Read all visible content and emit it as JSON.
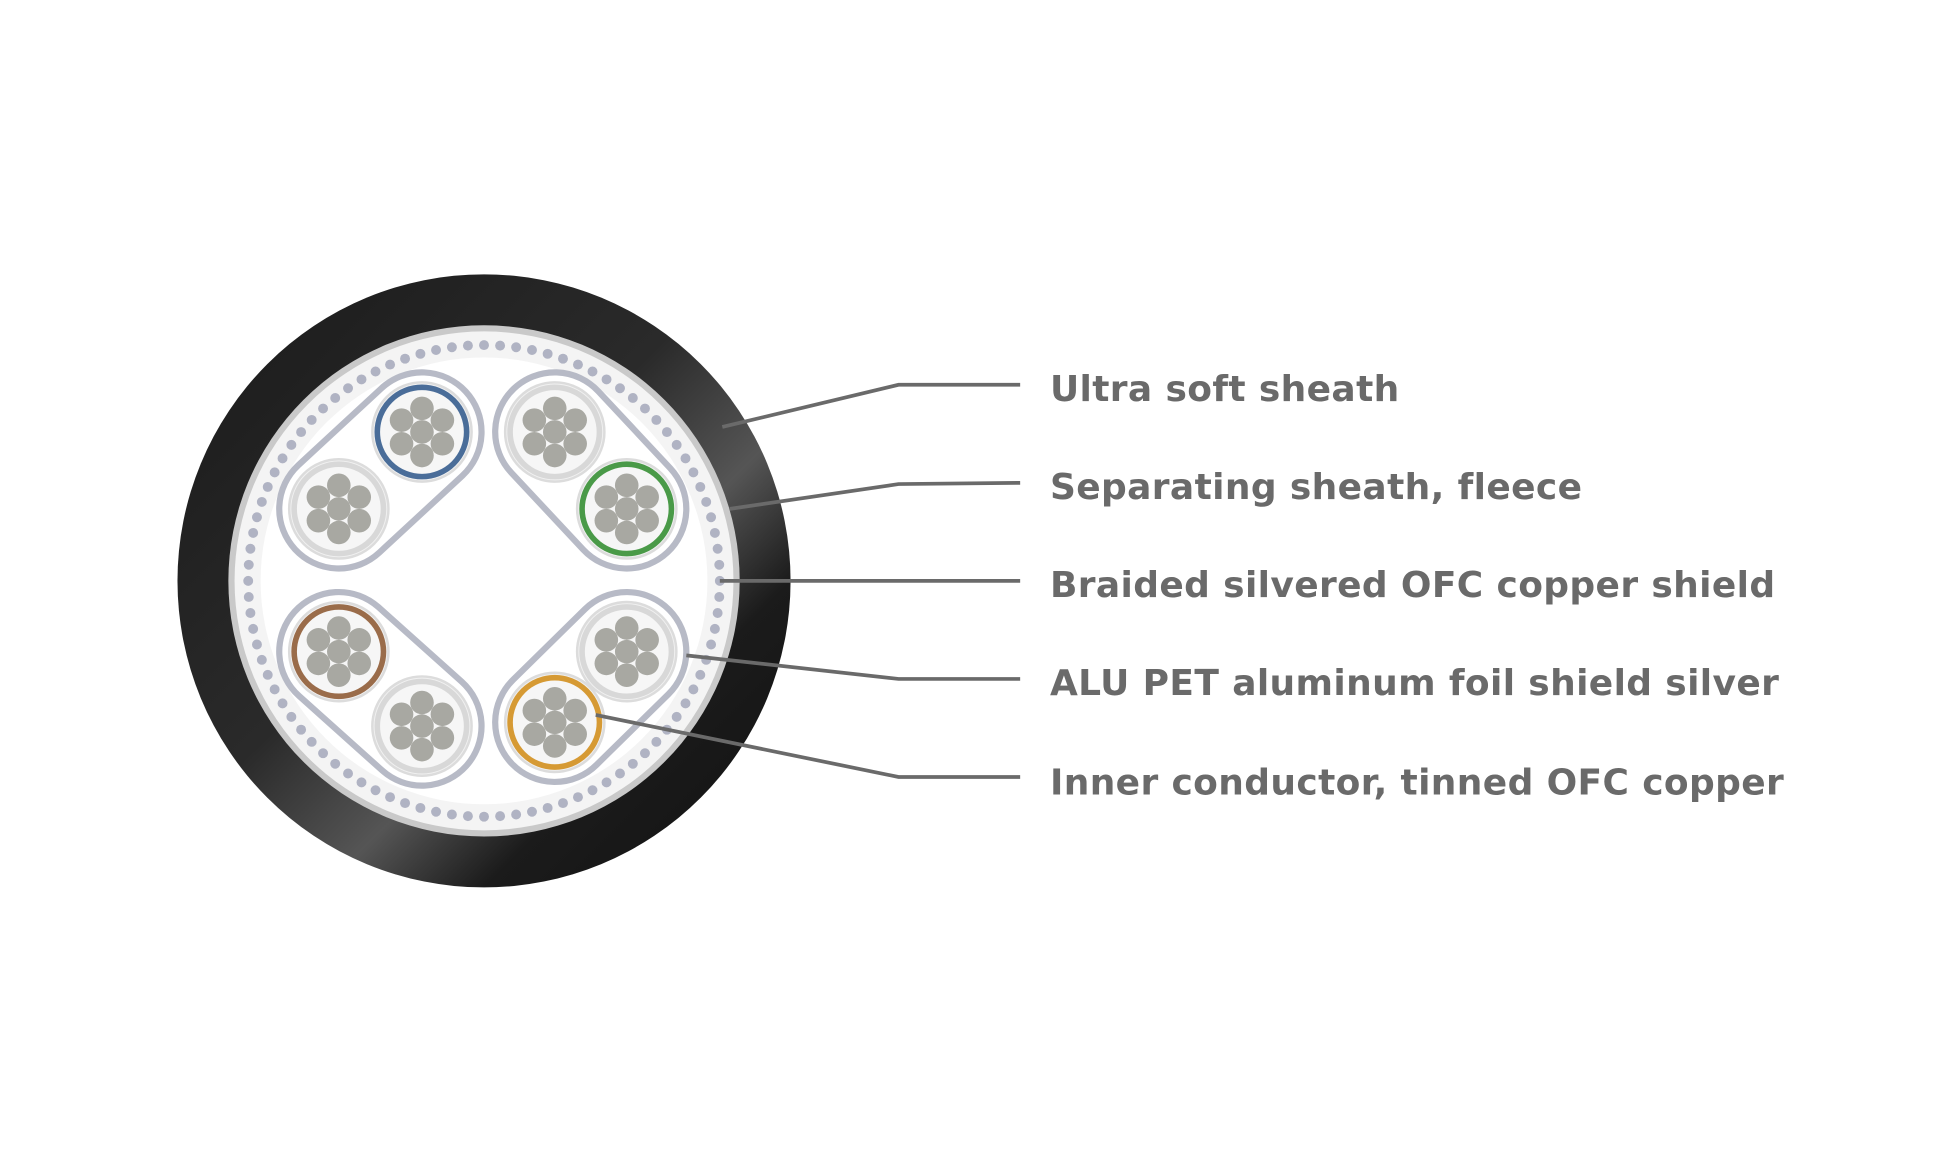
{
  "title": "Cable cross-section",
  "labels": [
    "Ultra soft sheath",
    "Separating sheath, fleece",
    "Braided silvered OFC copper shield",
    "ALU PET aluminum foil shield silver",
    "Inner conductor, tinned OFC copper"
  ],
  "colors": {
    "sheath": "#1e1e1e",
    "pair_blue": "#4a6d99",
    "pair_green": "#4a9a48",
    "pair_brown": "#9a6c4a",
    "pair_orange": "#d69a34",
    "pair_white": "#d8d8d8",
    "strand": "#a8a8a2",
    "braid": "#b0b3c3"
  }
}
